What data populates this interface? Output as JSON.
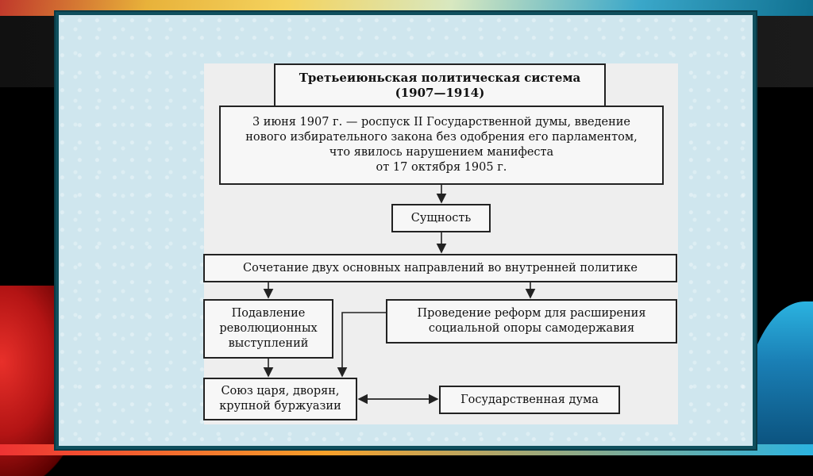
{
  "diagram": {
    "title_line1": "Третьеиюньская политическая система",
    "title_line2": "(1907—1914)",
    "event_line1": "3 июня 1907 г. — роспуск II Государственной думы, введение",
    "event_line2": "нового избирательного закона без одобрения его парламентом,",
    "event_line3": "что явилось нарушением манифеста",
    "event_line4": "от 17 октября 1905 г.",
    "essence": "Сущность",
    "combination": "Сочетание двух основных направлений во внутренней политике",
    "suppression_line1": "Подавление",
    "suppression_line2": "революционных",
    "suppression_line3": "выступлений",
    "reforms_line1": "Проведение реформ для расширения",
    "reforms_line2": "социальной опоры самодержавия",
    "union_line1": "Союз царя, дворян,",
    "union_line2": "крупной буржуазии",
    "duma": "Государственная дума"
  },
  "colors": {
    "frame": "#0f4f5d",
    "panel": "#cfe6ee",
    "page": "#eeeeee",
    "box_border": "#222222"
  }
}
